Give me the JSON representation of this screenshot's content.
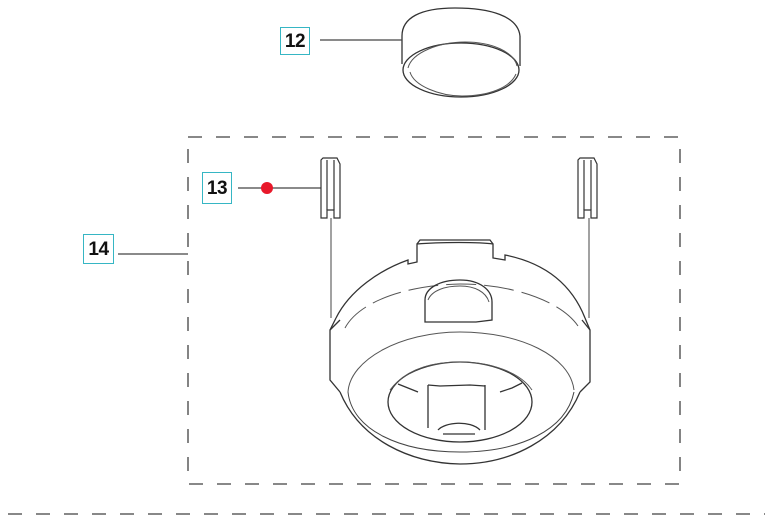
{
  "diagram": {
    "type": "exploded-parts-diagram",
    "callouts": [
      {
        "id": "12",
        "label": "12",
        "part": "cap"
      },
      {
        "id": "13",
        "label": "13",
        "part": "line-eyelet",
        "marker": "red-dot"
      },
      {
        "id": "14",
        "label": "14",
        "part": "trimmer-head-housing-assembly"
      }
    ],
    "assembly_group": {
      "callout": "14",
      "includes": [
        "13",
        "housing"
      ],
      "border_style": "dashed"
    },
    "colors": {
      "callout_border": "#36b6c4",
      "callout_text": "#111111",
      "line_art": "#333333",
      "leader_line": "#444444",
      "dashed_border": "#777777",
      "marker": "#e8182a"
    }
  }
}
